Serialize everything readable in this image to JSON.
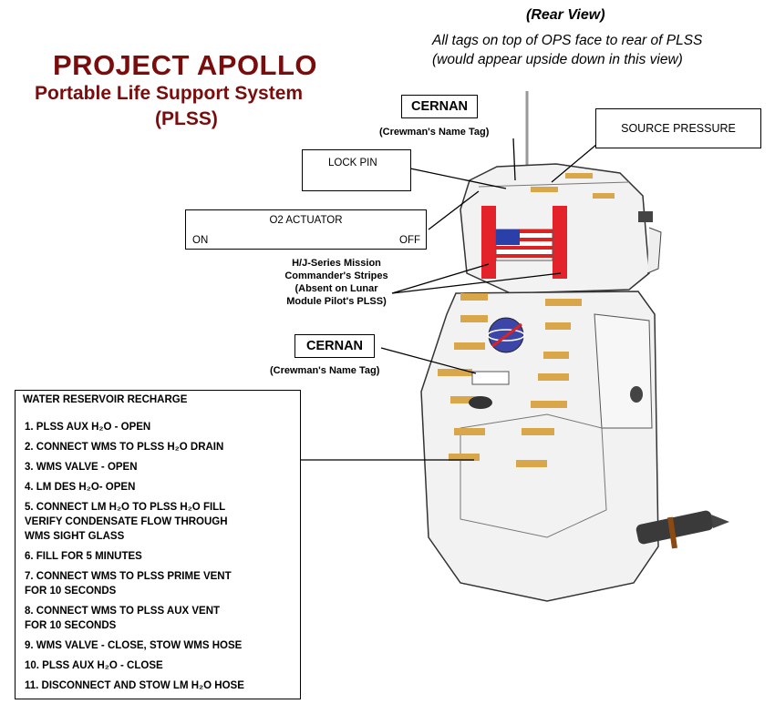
{
  "header": {
    "title_line1": "PROJECT APOLLO",
    "title_line2": "Portable Life Support System",
    "title_line3": "(PLSS)"
  },
  "rear_view": {
    "heading": "(Rear View)",
    "note_line1": "All tags on top of OPS face to rear of PLSS",
    "note_line2": "(would appear upside down in this view)"
  },
  "labels": {
    "name_tag_top": "CERNAN",
    "name_tag_top_caption": "(Crewman's Name Tag)",
    "source_pressure": "SOURCE PRESSURE",
    "lock_pin": "LOCK PIN",
    "o2_actuator": "O2 ACTUATOR",
    "o2_on": "ON",
    "o2_off": "OFF",
    "stripes": "H/J-Series Mission\nCommander's Stripes\n(Absent on Lunar\nModule Pilot's PLSS)",
    "name_tag_mid": "CERNAN",
    "name_tag_mid_caption": "(Crewman's Name Tag)"
  },
  "water_recharge": {
    "title": "WATER RESERVOIR RECHARGE",
    "steps": [
      "1.  PLSS AUX H₂O - OPEN",
      "2.  CONNECT WMS TO PLSS  H₂O DRAIN",
      "3.  WMS VALVE - OPEN",
      "4.  LM DES H₂O- OPEN",
      "5.  CONNECT LM  H₂O TO PLSS  H₂O FILL\n      VERIFY CONDENSATE FLOW THROUGH\n      WMS SIGHT GLASS",
      "6.  FILL FOR 5 MINUTES",
      "7.  CONNECT WMS TO PLSS PRIME VENT\n      FOR 10 SECONDS",
      "8.  CONNECT WMS TO PLSS AUX VENT\n      FOR 10 SECONDS",
      "9.  WMS VALVE - CLOSE, STOW WMS HOSE",
      "10. PLSS AUX  H₂O  -  CLOSE",
      "11. DISCONNECT AND STOW LM  H₂O   HOSE"
    ]
  },
  "colors": {
    "title": "#7a0c0c",
    "stripe_red": "#e3222a",
    "patch_tan": "#d9a74a",
    "pack_body": "#f2f2f2"
  }
}
